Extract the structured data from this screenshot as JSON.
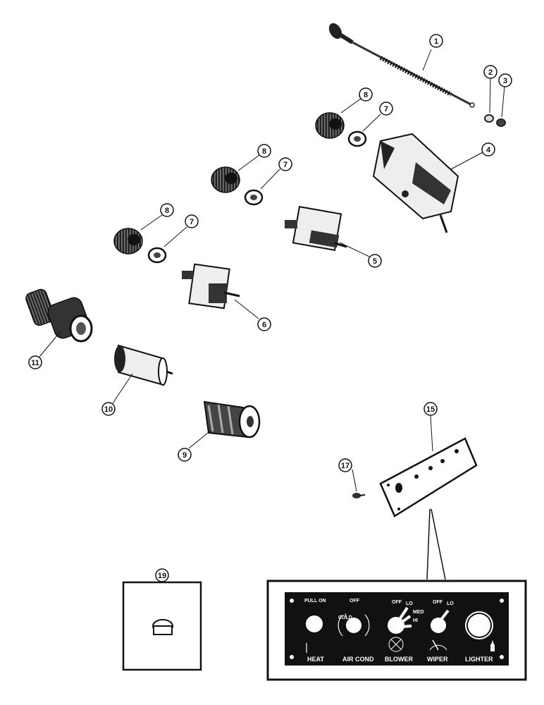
{
  "callouts": {
    "c1": "1",
    "c2": "2",
    "c3": "3",
    "c4": "4",
    "c5": "5",
    "c6": "6",
    "c7a": "7",
    "c7b": "7",
    "c7c": "7",
    "c8a": "8",
    "c8b": "8",
    "c8c": "8",
    "c9": "9",
    "c10": "10",
    "c11": "11",
    "c15": "15",
    "c17": "17",
    "c19": "19"
  },
  "panel": {
    "pull_on": "PULL ON",
    "off1": "OFF",
    "cold": "COLD",
    "off2": "OFF",
    "lo": "LO",
    "med": "MED",
    "hi": "HI",
    "off3": "OFF",
    "lo2": "LO",
    "heat": "HEAT",
    "air_cond": "AIR COND",
    "blower": "BLOWER",
    "wiper": "WIPER",
    "lighter": "LIGHTER"
  }
}
